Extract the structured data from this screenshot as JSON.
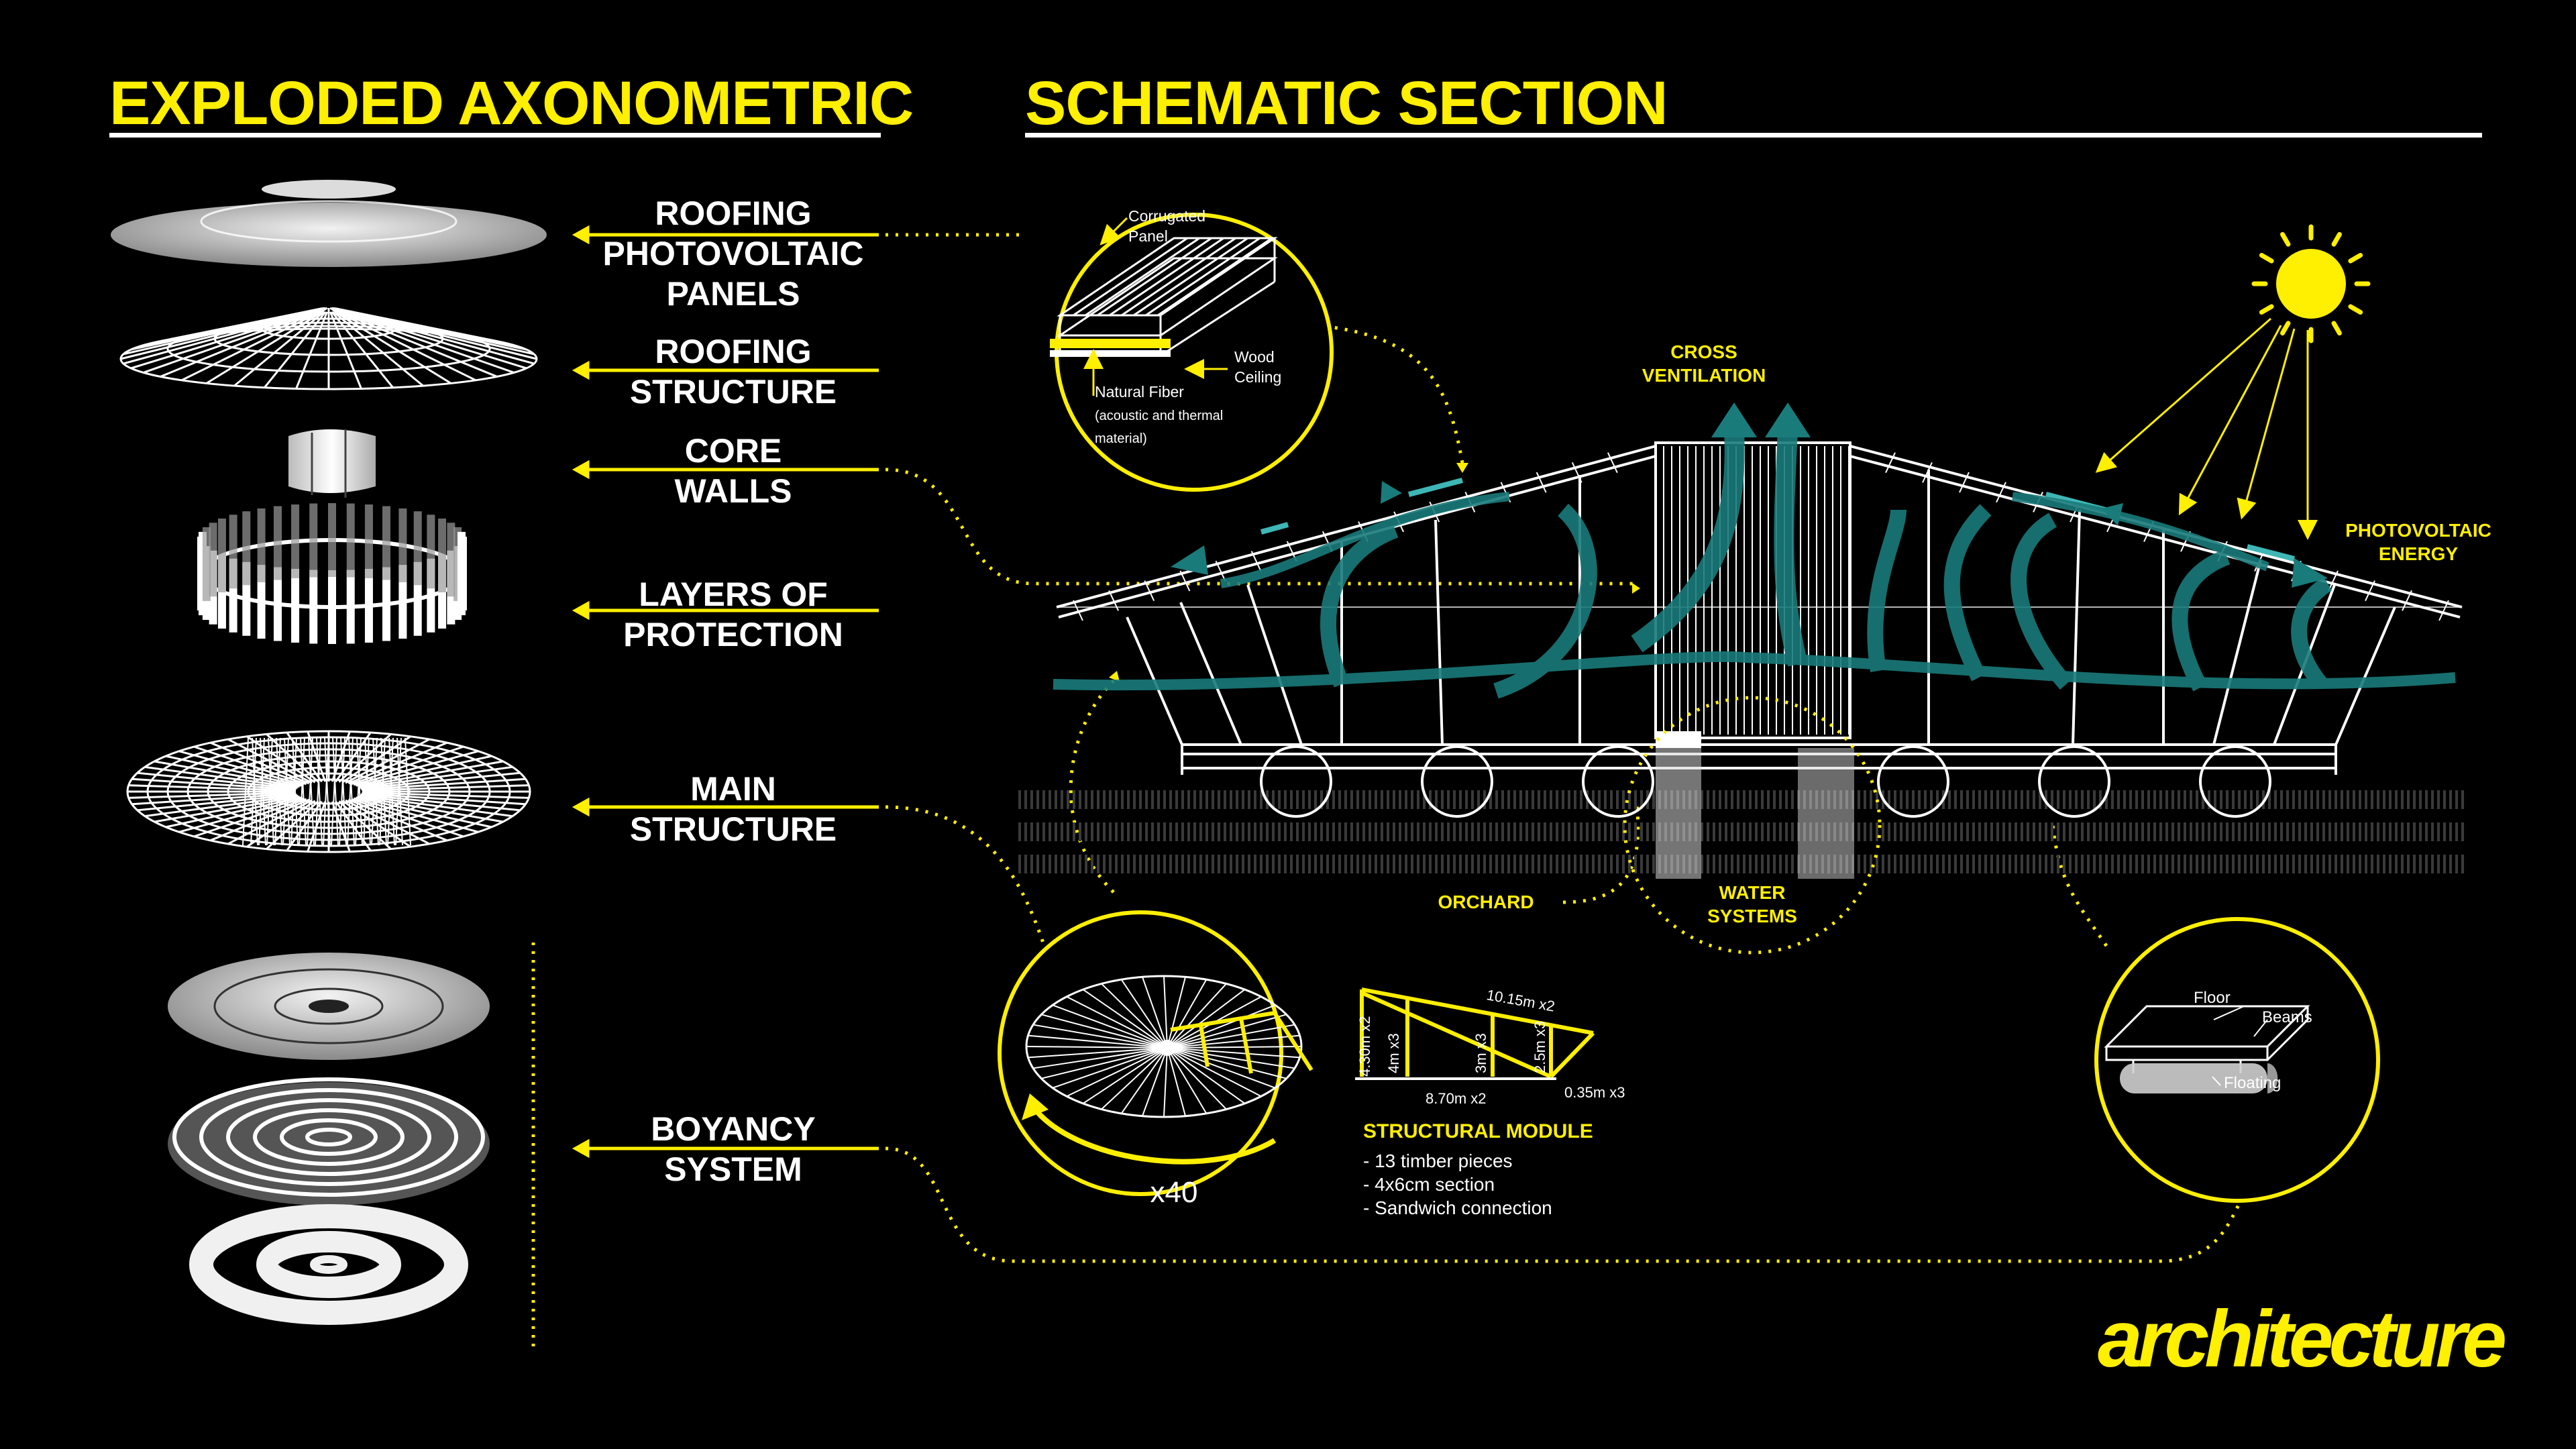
{
  "headings": {
    "axonometric": "EXPLODED AXONOMETRIC",
    "section": "SCHEMATIC SECTION"
  },
  "layers": [
    {
      "line1": "ROOFING",
      "line2": "PHOTOVOLTAIC",
      "line3": "PANELS"
    },
    {
      "line1": "ROOFING",
      "line2": "STRUCTURE"
    },
    {
      "line1": "CORE",
      "line2": "WALLS"
    },
    {
      "line1": "LAYERS OF",
      "line2": "PROTECTION"
    },
    {
      "line1": "MAIN",
      "line2": "STRUCTURE"
    },
    {
      "line1": "BOYANCY",
      "line2": "SYSTEM"
    }
  ],
  "roof_detail": {
    "panel_l1": "Corrugated",
    "panel_l2": "Panel",
    "ceiling_l1": "Wood",
    "ceiling_l2": "Ceiling",
    "fiber_l1": "Natural Fiber",
    "fiber_l2": "(acoustic and thermal",
    "fiber_l3": "material)"
  },
  "section": {
    "cross_l1": "CROSS",
    "cross_l2": "VENTILATION",
    "pv_l1": "PHOTOVOLTAIC",
    "pv_l2": "ENERGY",
    "orchard": "ORCHARD",
    "water_l1": "WATER",
    "water_l2": "SYSTEMS"
  },
  "module": {
    "multiplier": "x40",
    "title": "STRUCTURAL MODULE",
    "bullets": [
      "- 13 timber pieces",
      "- 4x6cm section",
      "- Sandwich connection"
    ],
    "dims": {
      "top": "10.15m x2",
      "left": "4.30m x2",
      "inner1": "4m x3",
      "inner2": "3m x3",
      "inner3": "2.5m x3",
      "bottom": "8.70m x2",
      "right": "0.35m x3"
    }
  },
  "float_detail": {
    "floor": "Floor",
    "beams": "Beams",
    "floating": "Floating"
  },
  "brand": "architecture",
  "colors": {
    "accent": "#ffef00",
    "teal": "#1a7b7b",
    "background": "#000000"
  }
}
